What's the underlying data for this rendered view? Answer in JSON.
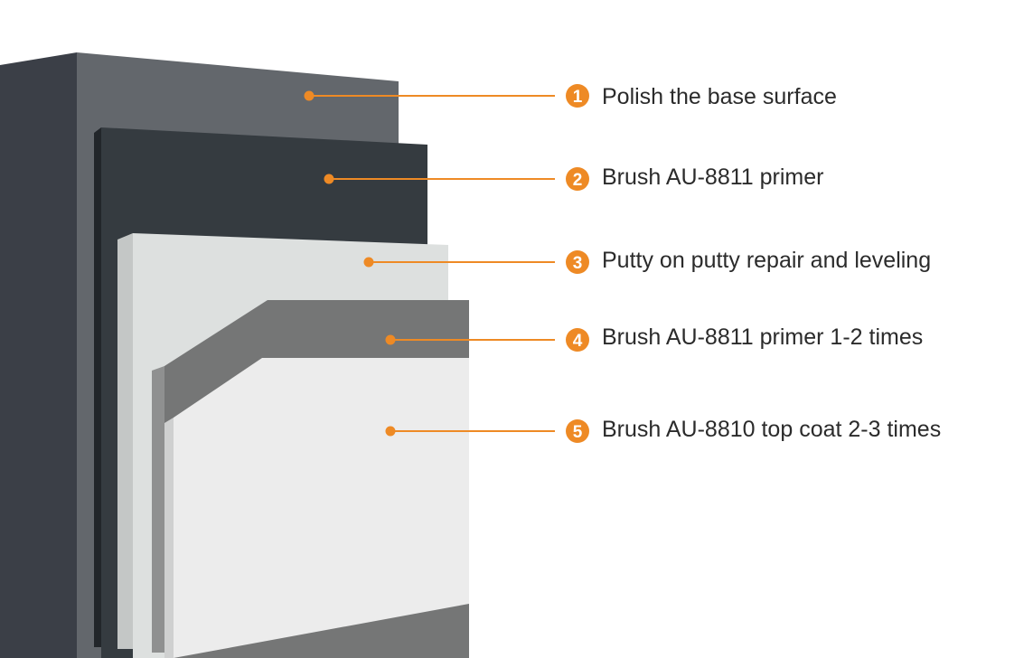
{
  "colors": {
    "accent": "#ee8a25",
    "layer1_front": "#63676c",
    "layer1_side": "#3b3f47",
    "layer2": "#353b40",
    "layer3": "#dde0df",
    "layer4": "#757676",
    "layer5": "#ececec",
    "text": "#2b2b2b"
  },
  "steps": [
    {
      "number": "1",
      "label": "Polish the base surface"
    },
    {
      "number": "2",
      "label": "Brush AU-8811 primer"
    },
    {
      "number": "3",
      "label": "Putty on putty repair and leveling"
    },
    {
      "number": "4",
      "label": "Brush AU-8811 primer 1-2 times"
    },
    {
      "number": "5",
      "label": "Brush AU-8810 top coat 2-3 times"
    }
  ]
}
